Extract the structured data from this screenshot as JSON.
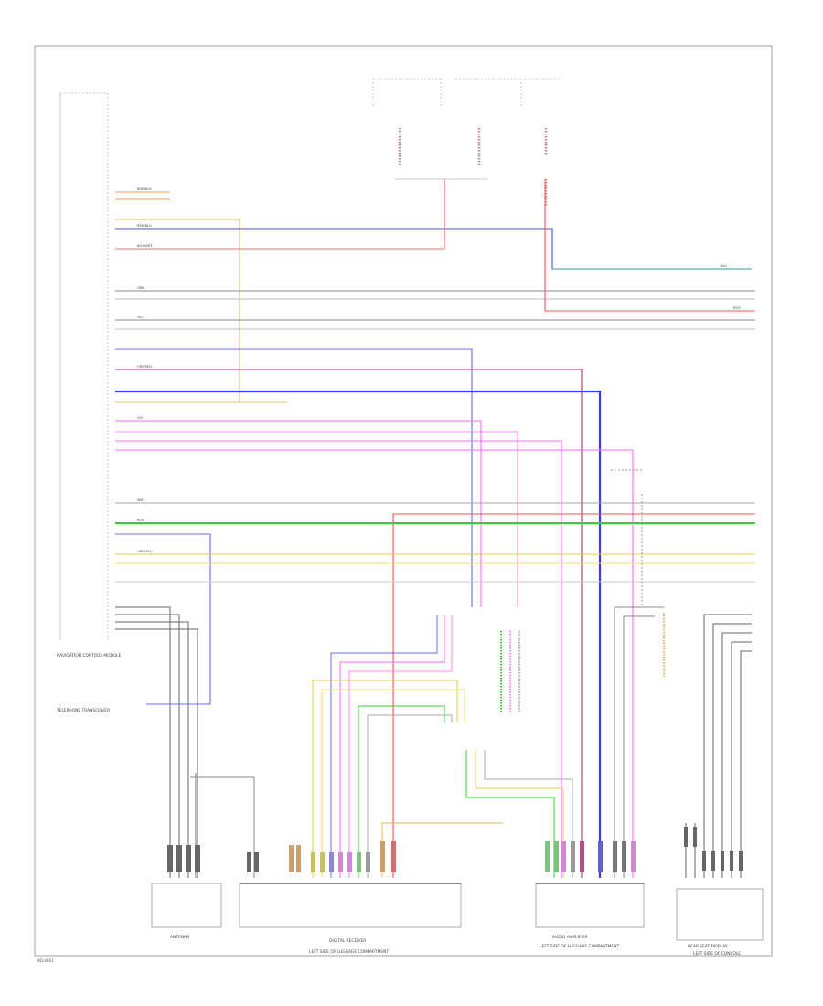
{
  "modules": {
    "nav_module": "NAVIGATION CONTROL MODULE",
    "antenna": "ANTENNA",
    "digital_receiver": "DIGITAL RECEIVER",
    "digital_receiver_sub": "LEFT SIDE OF LUGGAGE COMPARTMENT",
    "amplifier": "AUDIO AMPLIFIER",
    "amplifier_sub": "LEFT SIDE OF LUGGAGE COMPARTMENT",
    "rear_display": "REAR SEAT DISPLAY",
    "rear_display_sub": "LEFT SIDE OF CONSOLE",
    "telephone": "TELEPHONE TRANSCEIVER"
  },
  "footer": {
    "code": "WD-0001"
  },
  "wire_labels": [
    "BRN/BLK",
    "RED/BLU",
    "BLU/WHT",
    "GRN",
    "YEL",
    "GRY/RED",
    "VIO",
    "WHT",
    "BLK",
    "GRN/YEL",
    "RED",
    "BLU"
  ]
}
